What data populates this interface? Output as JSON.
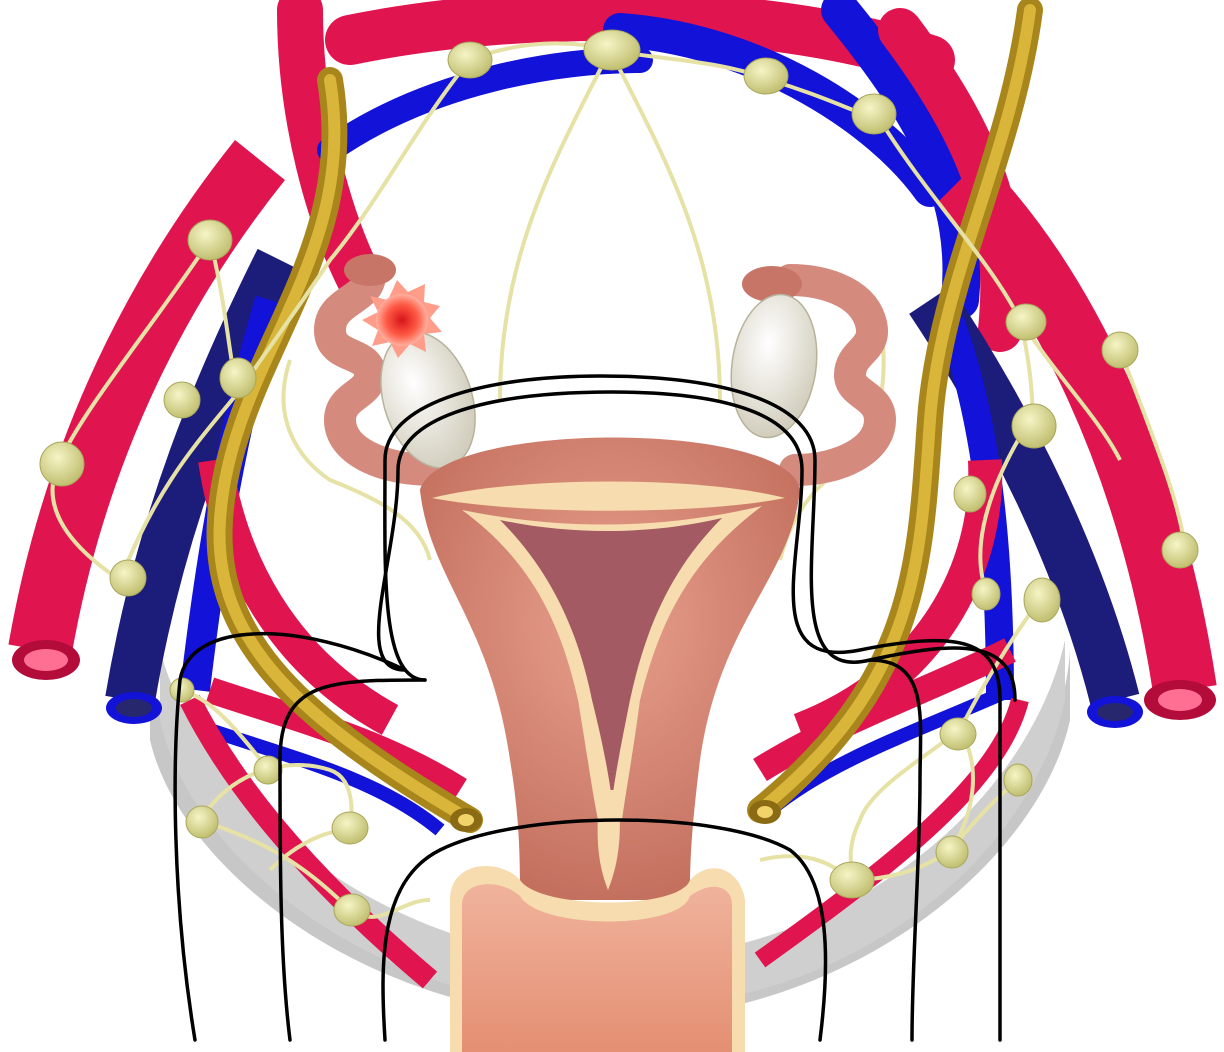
{
  "colors": {
    "background": "#ffffff",
    "artery": "#e0144f",
    "artery_dark": "#b30c3a",
    "vein": "#1212d8",
    "vein_dark": "#1c1c7a",
    "ureter": "#c9a52a",
    "ureter_dark": "#8a6a12",
    "lymph_vessel": "#e6e2a6",
    "lymph_node": "#e3e29a",
    "uterus": "#d98a77",
    "uterus_shade": "#b7655a",
    "uterine_cavity": "#f6dcae",
    "endometrium": "#a35a63",
    "ovary": "#e5e1d2",
    "tube": "#d58a7e",
    "tumor": "#ff3b2a",
    "vagina": "#e9a48a",
    "pelvic_floor": "#c7c7c7",
    "resection_line": "#000000"
  },
  "structures": [
    "external-iliac-artery",
    "external-iliac-vein",
    "ureter",
    "lymph-nodes",
    "lymphatic-vessels",
    "uterus",
    "uterine-cavity",
    "cervix",
    "ovary",
    "fallopian-tube",
    "ovarian-tumor",
    "vagina",
    "resection-margins"
  ]
}
